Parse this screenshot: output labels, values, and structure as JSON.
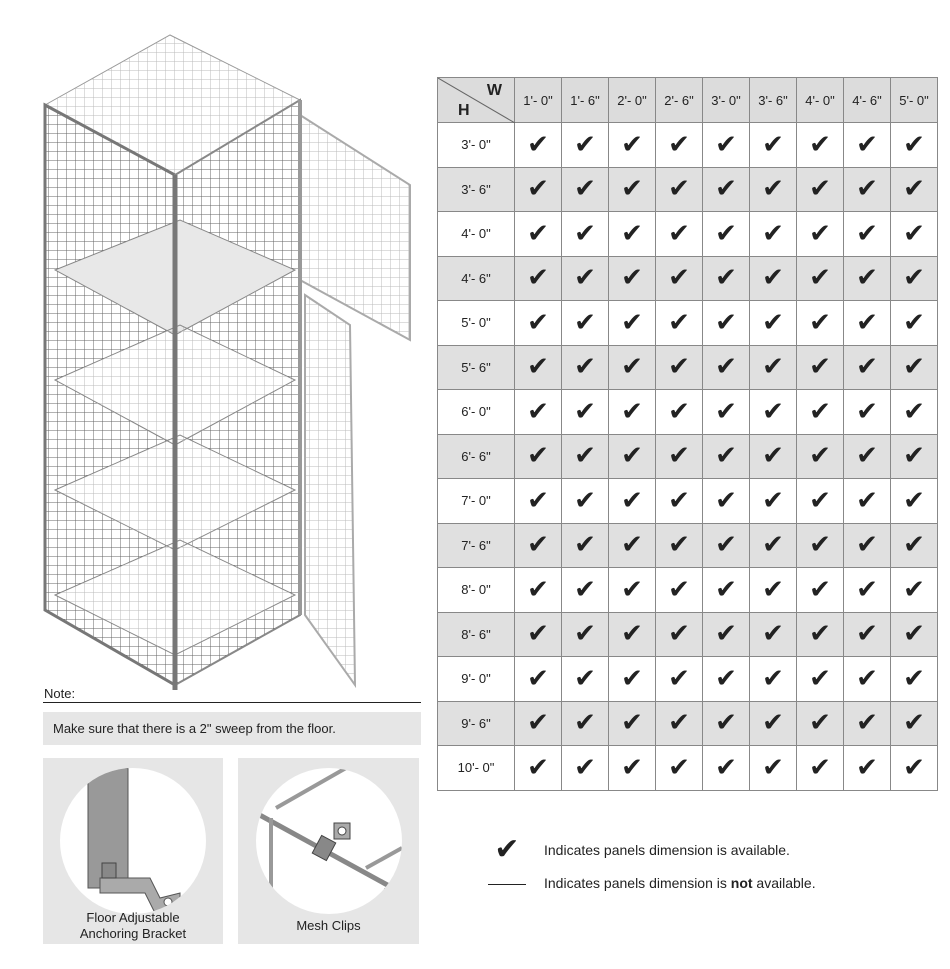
{
  "table": {
    "corner_w": "W",
    "corner_h": "H",
    "widths": [
      "1'- 0\"",
      "1'- 6\"",
      "2'- 0\"",
      "2'- 6\"",
      "3'- 0\"",
      "3'- 6\"",
      "4'- 0\"",
      "4'- 6\"",
      "5'- 0\""
    ],
    "heights": [
      "3'- 0\"",
      "3'- 6\"",
      "4'- 0\"",
      "4'- 6\"",
      "5'- 0\"",
      "5'- 6\"",
      "6'- 0\"",
      "6'- 6\"",
      "7'- 0\"",
      "7'- 6\"",
      "8'- 0\"",
      "8'- 6\"",
      "9'- 0\"",
      "9'- 6\"",
      "10'- 0\""
    ],
    "available_symbol": "✔",
    "all_available": true
  },
  "note": {
    "label": "Note:",
    "text": "Make sure that there is a 2\" sweep from the floor."
  },
  "details": {
    "bracket_caption_1": "Floor Adjustable",
    "bracket_caption_2": "Anchoring Bracket",
    "clips_caption": "Mesh Clips"
  },
  "legend": {
    "available_symbol": "✔",
    "available_text": "Indicates panels dimension is available.",
    "not_prefix": "Indicates panels dimension is ",
    "not_bold": "not",
    "not_suffix": " available."
  }
}
